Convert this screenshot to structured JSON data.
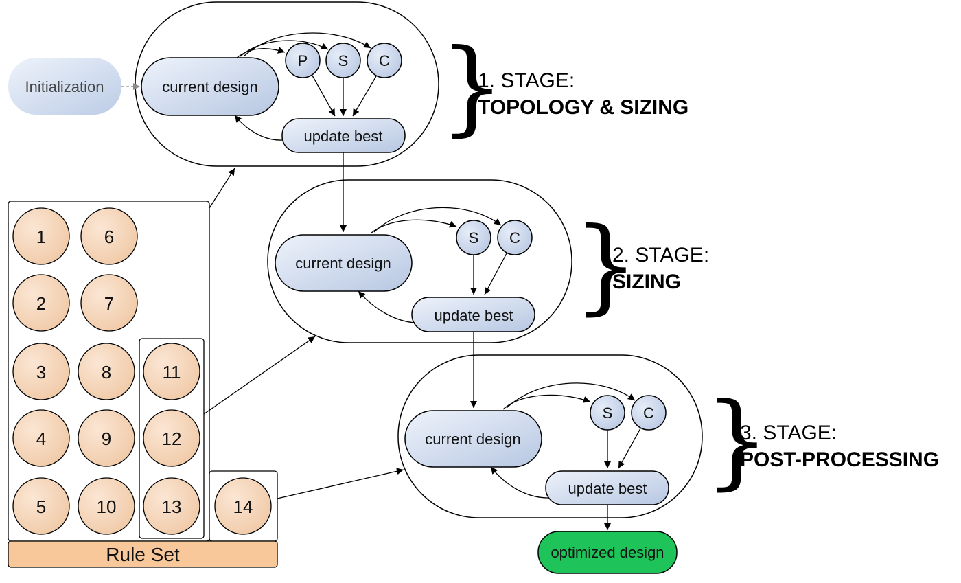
{
  "initialization": "Initialization",
  "optimized": "optimized design",
  "rule_set": {
    "label": "Rule Set",
    "rules": [
      "1",
      "2",
      "3",
      "4",
      "5",
      "6",
      "7",
      "8",
      "9",
      "10",
      "11",
      "12",
      "13",
      "14"
    ]
  },
  "stages": [
    {
      "title": "1. STAGE:",
      "subtitle": "TOPOLOGY & SIZING",
      "current": "current design",
      "update": "update best",
      "operators": [
        "P",
        "S",
        "C"
      ]
    },
    {
      "title": "2. STAGE:",
      "subtitle": "SIZING",
      "current": "current design",
      "update": "update best",
      "operators": [
        "S",
        "C"
      ]
    },
    {
      "title": "3. STAGE:",
      "subtitle": "POST-PROCESSING",
      "current": "current design",
      "update": "update best",
      "operators": [
        "S",
        "C"
      ]
    }
  ],
  "colors": {
    "node_fill": "#c9d6ea",
    "rule_fill": "#f5cfae",
    "rule_set_fill": "#f8c89b",
    "optimized_fill": "#1ec35a"
  }
}
